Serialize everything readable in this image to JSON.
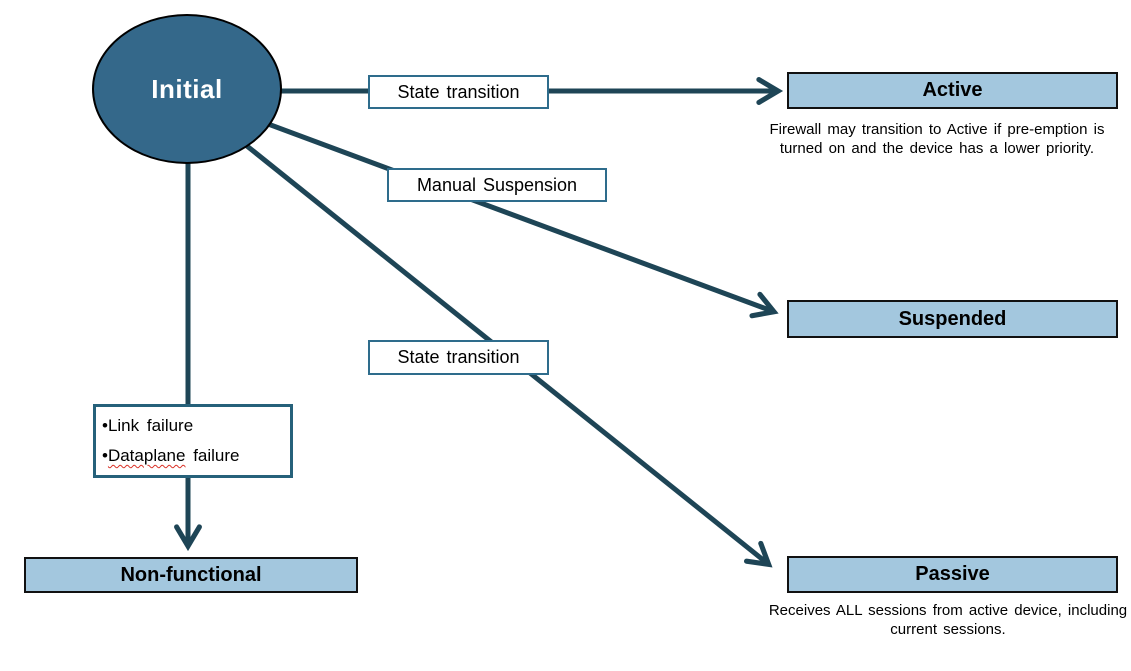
{
  "colors": {
    "ellipse_fill": "#34688A",
    "ellipse_text": "#FFFFFF",
    "node_fill": "#A3C7DE",
    "node_border": "#111111",
    "arrow": "#1E4556",
    "label_border": "#2E6C8C",
    "note_border": "#26617A",
    "misspell": "#D93025",
    "text": "#000000"
  },
  "nodes": {
    "initial": {
      "label": "Initial"
    },
    "active": {
      "label": "Active",
      "caption": "Firewall may transition to Active if pre-emption is turned on and the device has a lower priority."
    },
    "suspended": {
      "label": "Suspended"
    },
    "passive": {
      "label": "Passive",
      "caption": "Receives ALL sessions from active device, including current sessions."
    },
    "non_functional": {
      "label": "Non-functional"
    }
  },
  "edge_labels": {
    "to_active": "State transition",
    "to_suspended": "Manual Suspension",
    "to_passive": "State transition"
  },
  "failure_note": {
    "bullet": "•",
    "item1": "Link failure",
    "item2_misspelled_word": "Dataplane",
    "item2_rest": " failure"
  }
}
